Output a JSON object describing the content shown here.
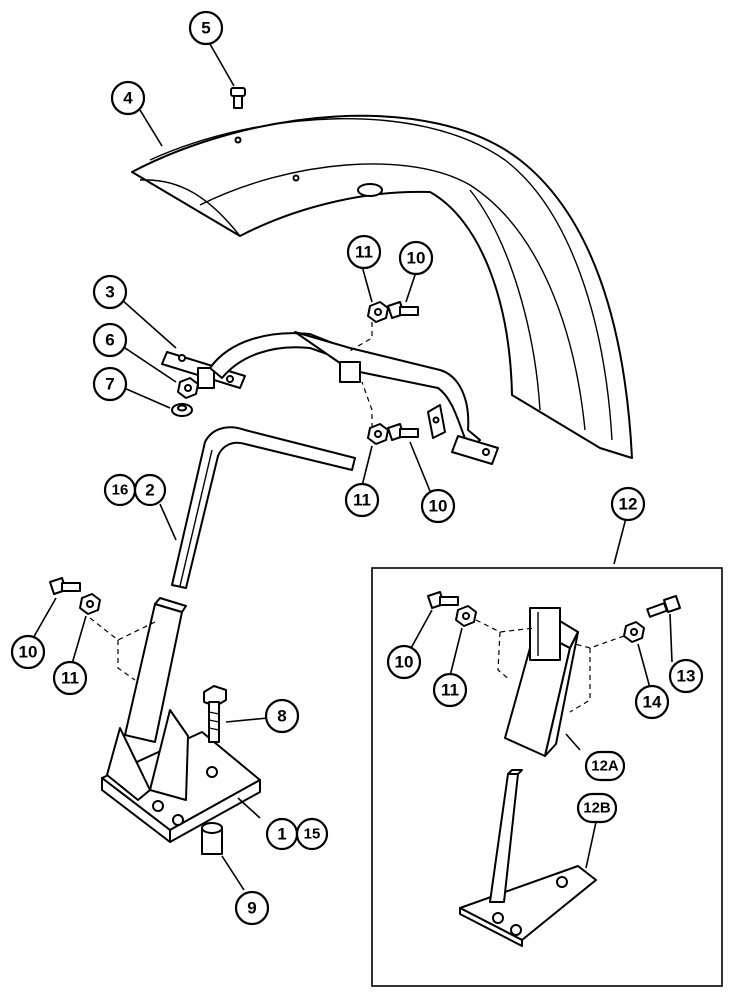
{
  "callouts": {
    "c1": "1",
    "c2": "2",
    "c3": "3",
    "c4": "4",
    "c5": "5",
    "c6": "6",
    "c7": "7",
    "c8": "8",
    "c9": "9",
    "c10a": "10",
    "c10b": "10",
    "c10c": "10",
    "c10d": "10",
    "c11a": "11",
    "c11b": "11",
    "c11c": "11",
    "c11d": "11",
    "c12": "12",
    "c12A": "12A",
    "c12B": "12B",
    "c13": "13",
    "c14": "14",
    "c15": "15",
    "c16": "16"
  },
  "colors": {
    "line": "#000000",
    "background": "#ffffff"
  }
}
